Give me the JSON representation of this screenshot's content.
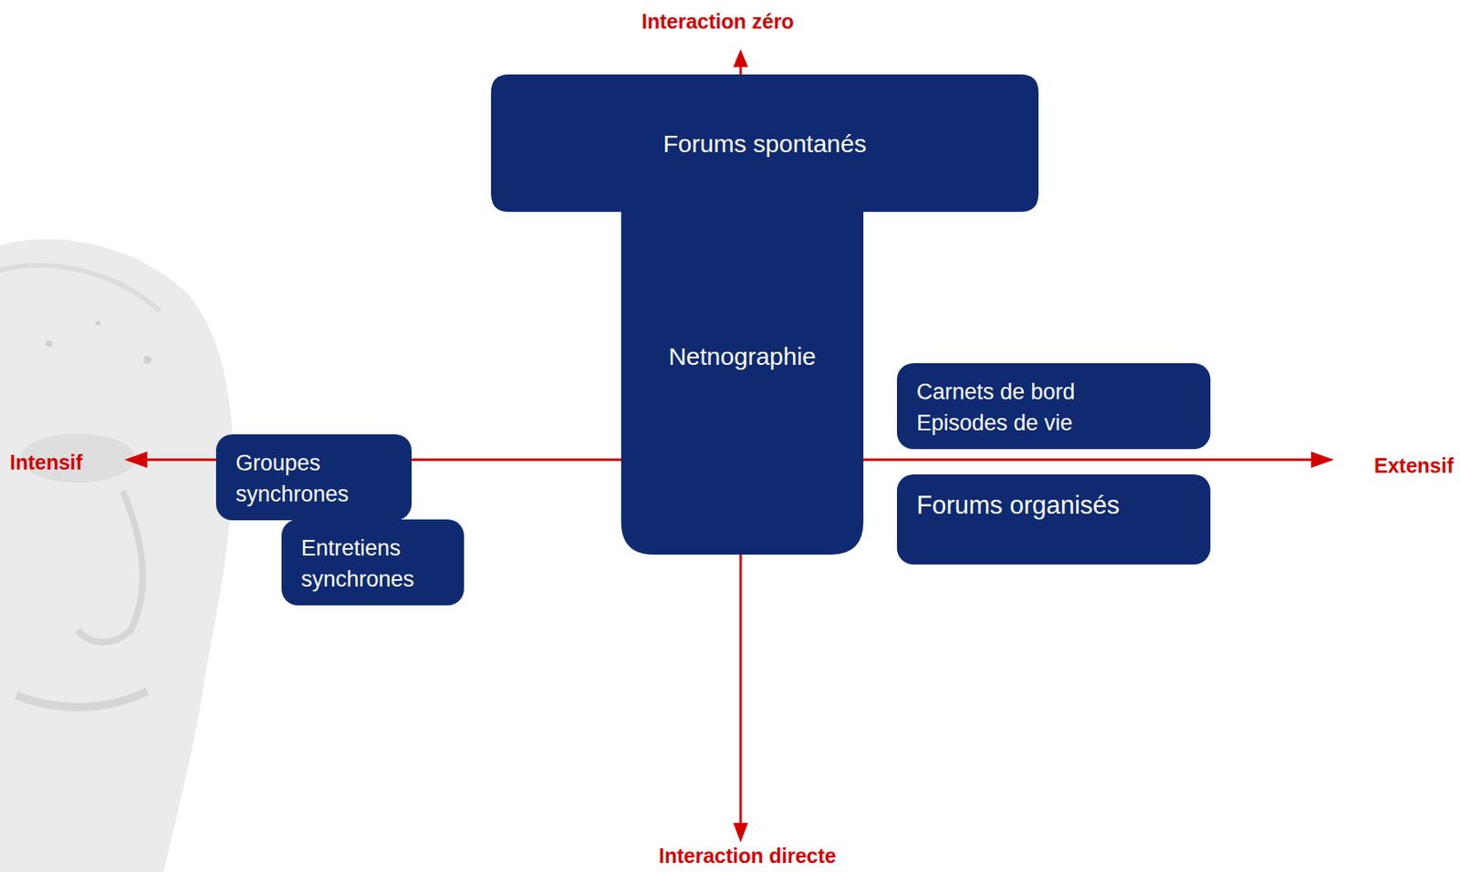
{
  "diagram": {
    "nodes": [
      {
        "text": [
          "Forums spontanés",
          "Netnographie"
        ]
      },
      {
        "text": [
          "Carnets de bord",
          "Episodes de vie"
        ]
      },
      {
        "text": [
          "Groupes synchrones"
        ]
      },
      {
        "text": [
          "Entretiens synchrones"
        ]
      },
      {
        "text": [
          "Forums organisés"
        ]
      }
    ],
    "labels": [
      "Interaction zéro",
      "Intensif",
      "Extensif",
      "Interaction directe"
    ]
  }
}
